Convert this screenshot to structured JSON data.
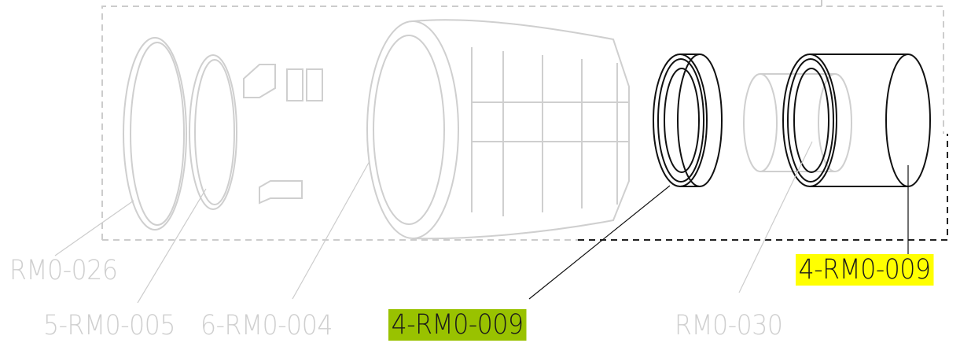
{
  "diagram": {
    "title": "Freehub exploded parts view",
    "parts": [
      {
        "id": "p1",
        "label": "RM0-026",
        "highlighted": false
      },
      {
        "id": "p2",
        "label": "5-RM0-005",
        "highlighted": false
      },
      {
        "id": "p3",
        "label": "6-RM0-004",
        "highlighted": false
      },
      {
        "id": "p4",
        "label": "4-RM0-009",
        "highlighted": true,
        "highlight_color": "#99c200"
      },
      {
        "id": "p5",
        "label": "RM0-030",
        "highlighted": false
      },
      {
        "id": "p6",
        "label": "4-RM0-009",
        "highlighted": true,
        "highlight_color": "#ffff00"
      }
    ],
    "colors": {
      "faded": "#cfcfcf",
      "active": "#111111",
      "green": "#99c200",
      "yellow": "#ffff00"
    }
  }
}
